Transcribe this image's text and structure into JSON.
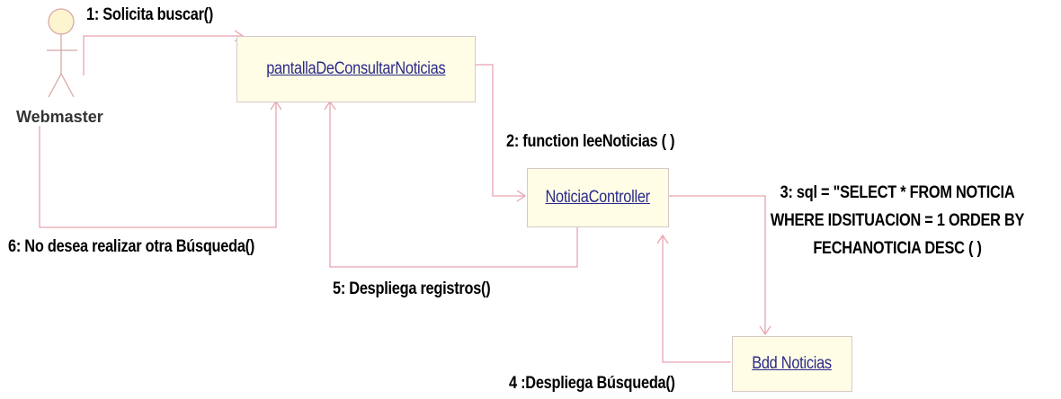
{
  "actor": {
    "name": "Webmaster"
  },
  "objects": {
    "pantalla": "pantallaDeConsultarNoticias",
    "controller": "NoticiaController",
    "bdd": "Bdd Noticias"
  },
  "messages": {
    "m1": "1: Solicita buscar()",
    "m2": "2: function leeNoticias ( )",
    "m3_line1": "3: sql = \"SELECT * FROM NOTICIA",
    "m3_line2": "WHERE IDSITUACION = 1 ORDER BY",
    "m3_line3": "FECHANOTICIA DESC ( )",
    "m4": "4 :Despliega Búsqueda()",
    "m5": "5: Despliega registros()",
    "m6": "6: No desea realizar otra Búsqueda()"
  },
  "colors": {
    "connector": "#e8a4b0",
    "object_fill": "#fffde6",
    "object_border": "#d9c8c8",
    "object_text": "#2a2a8a",
    "actor_fill": "#fdf4d0",
    "actor_stroke": "#d8a8a8"
  }
}
